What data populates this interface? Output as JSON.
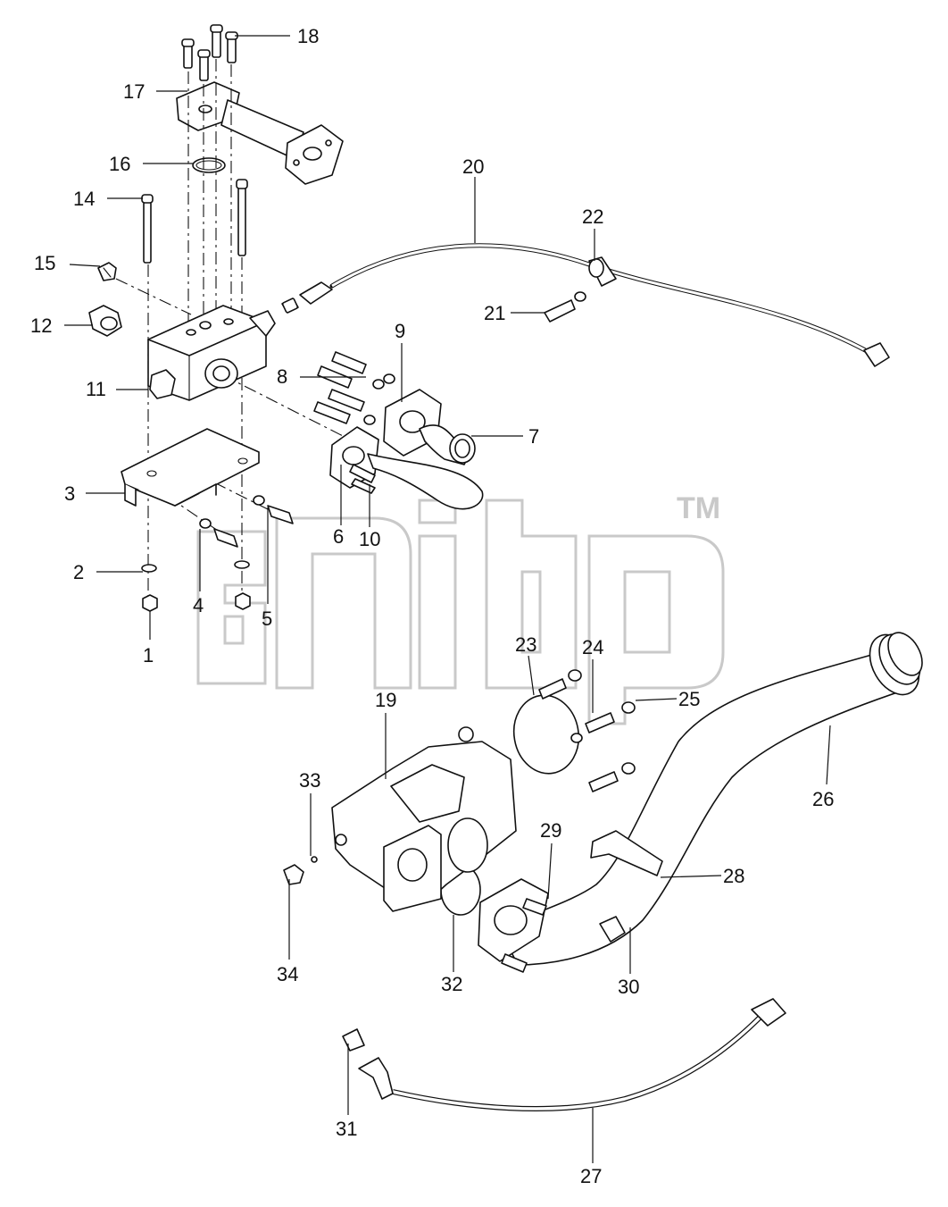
{
  "diagram": {
    "watermark": {
      "brand_mark": "logo",
      "trademark": "TM"
    },
    "callouts": [
      {
        "id": "1"
      },
      {
        "id": "2"
      },
      {
        "id": "3"
      },
      {
        "id": "4"
      },
      {
        "id": "5"
      },
      {
        "id": "6"
      },
      {
        "id": "7"
      },
      {
        "id": "8"
      },
      {
        "id": "9"
      },
      {
        "id": "10"
      },
      {
        "id": "11"
      },
      {
        "id": "12"
      },
      {
        "id": "14"
      },
      {
        "id": "15"
      },
      {
        "id": "16"
      },
      {
        "id": "17"
      },
      {
        "id": "18"
      },
      {
        "id": "19"
      },
      {
        "id": "20"
      },
      {
        "id": "21"
      },
      {
        "id": "22"
      },
      {
        "id": "23"
      },
      {
        "id": "24"
      },
      {
        "id": "25"
      },
      {
        "id": "26"
      },
      {
        "id": "27"
      },
      {
        "id": "28"
      },
      {
        "id": "29"
      },
      {
        "id": "30"
      },
      {
        "id": "31"
      },
      {
        "id": "32"
      },
      {
        "id": "33"
      },
      {
        "id": "34"
      }
    ]
  }
}
